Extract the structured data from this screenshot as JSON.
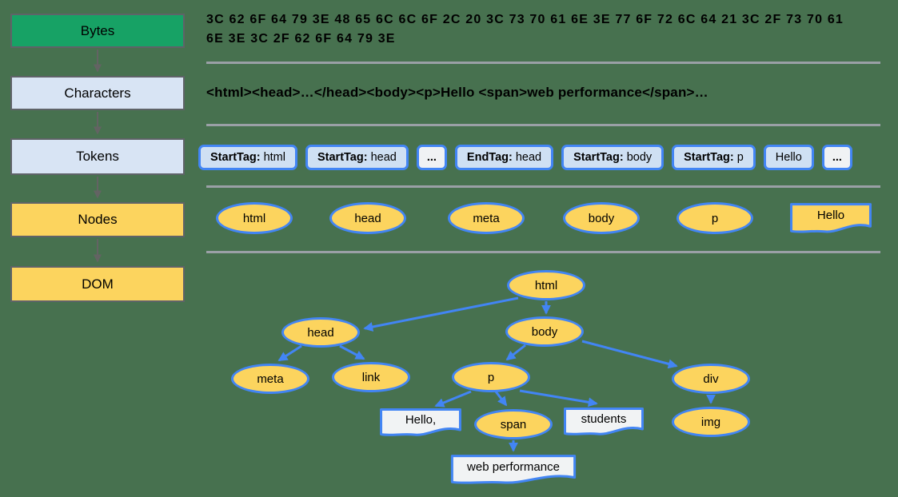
{
  "diagram_title": "html-parsing-pipeline",
  "colors": {
    "background": "#47714F",
    "stage_green": "#17A265",
    "stage_blue": "#D8E4F4",
    "stage_yellow": "#FCD45E",
    "node_border_blue": "#4285F4",
    "box_border_gray": "#5F6368",
    "separator_gray": "#9AA0A6",
    "token_fill": "#CFE0F3",
    "text_node_fill": "#F1F3F4"
  },
  "pipeline": {
    "stages": [
      {
        "label": "Bytes"
      },
      {
        "label": "Characters"
      },
      {
        "label": "Tokens"
      },
      {
        "label": "Nodes"
      },
      {
        "label": "DOM"
      }
    ]
  },
  "bytes_row": {
    "line1": "3C 62 6F 64 79 3E 48 65 6C 6C 6F 2C 20 3C 73 70 61 6E 3E 77 6F 72 6C 64 21 3C 2F 73 70 61",
    "line2": "6E 3E 3C 2F 62 6F 64 79 3E"
  },
  "characters_row": {
    "text": "<html><head>…</head><body><p>Hello <span>web performance</span>…"
  },
  "tokens_row": {
    "tokens": [
      {
        "type": "StartTag:",
        "value": "html"
      },
      {
        "type": "",
        "value": "..."
      },
      {
        "type": "EndTag:",
        "value": "head"
      },
      {
        "type": "StartTag:",
        "value": "body"
      },
      {
        "type": "StartTag:",
        "value": "p"
      },
      {
        "type": "",
        "value": "Hello"
      }
    ],
    "token0": {
      "type": "StartTag:",
      "value": "html"
    },
    "token1": {
      "type": "StartTag:",
      "value": "head"
    },
    "token2": {
      "type": "",
      "value": "..."
    },
    "token3": {
      "type": "EndTag:",
      "value": "head"
    },
    "token4": {
      "type": "StartTag:",
      "value": "body"
    },
    "token5": {
      "type": "StartTag:",
      "value": "p"
    },
    "token6": {
      "type": "",
      "value": "Hello"
    },
    "token7": {
      "type": "",
      "value": "..."
    }
  },
  "nodes_row": {
    "node0": "html",
    "node1": "head",
    "node2": "meta",
    "node3": "body",
    "node4": "p",
    "text_node": "Hello"
  },
  "dom_tree": {
    "elements": {
      "html": "html",
      "head": "head",
      "body": "body",
      "meta": "meta",
      "link": "link",
      "p": "p",
      "div": "div",
      "span": "span",
      "img": "img"
    },
    "text_nodes": {
      "hello": "Hello,",
      "students": "students",
      "web_performance": "web performance"
    },
    "edges": [
      [
        "html",
        "head"
      ],
      [
        "html",
        "body"
      ],
      [
        "head",
        "meta"
      ],
      [
        "head",
        "link"
      ],
      [
        "body",
        "p"
      ],
      [
        "body",
        "div"
      ],
      [
        "p",
        "hello"
      ],
      [
        "p",
        "span"
      ],
      [
        "p",
        "students"
      ],
      [
        "span",
        "web_performance"
      ],
      [
        "div",
        "img"
      ]
    ]
  }
}
